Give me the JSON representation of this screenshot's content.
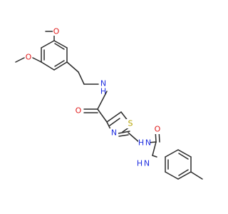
{
  "molecule": {
    "atom_colors": {
      "C": "#2b2b2b",
      "N": "#1f2fe0",
      "O": "#e01b1b",
      "S": "#b5a300"
    },
    "atoms": [
      {
        "id": "O1",
        "label": "O",
        "element": "O"
      },
      {
        "id": "O2",
        "label": "O",
        "element": "O"
      },
      {
        "id": "N_amide",
        "label": "N",
        "element": "N"
      },
      {
        "id": "H_amide",
        "label": "H",
        "element": "N"
      },
      {
        "id": "O_amide",
        "label": "O",
        "element": "O"
      },
      {
        "id": "S_ring",
        "label": "S",
        "element": "S"
      },
      {
        "id": "N_ring",
        "label": "N",
        "element": "N"
      },
      {
        "id": "N_urea1",
        "label": "N",
        "element": "N"
      },
      {
        "id": "H_urea1",
        "label": "H",
        "element": "N"
      },
      {
        "id": "O_urea",
        "label": "O",
        "element": "O"
      },
      {
        "id": "N_urea2",
        "label": "N",
        "element": "N"
      },
      {
        "id": "H_urea2",
        "label": "H",
        "element": "N"
      }
    ]
  }
}
